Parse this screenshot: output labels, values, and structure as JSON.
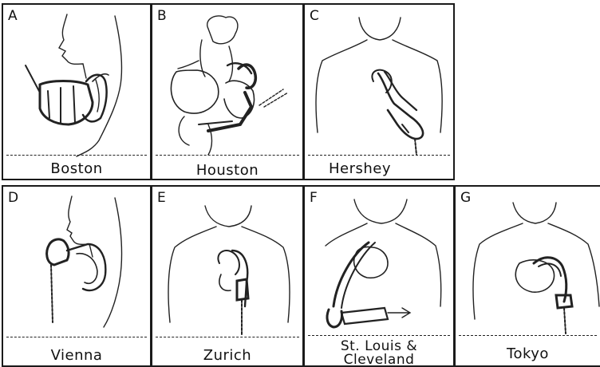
{
  "panels": [
    {
      "letter": "A",
      "city": "Boston"
    },
    {
      "letter": "B",
      "city": "Houston"
    },
    {
      "letter": "C",
      "city": "Hershey"
    },
    {
      "letter": "D",
      "city": "Vienna"
    },
    {
      "letter": "E",
      "city": "Zurich"
    },
    {
      "letter": "F",
      "city_line1": "St. Louis &",
      "city_line2": "Cleveland"
    },
    {
      "letter": "G",
      "city": "Tokyo"
    }
  ]
}
